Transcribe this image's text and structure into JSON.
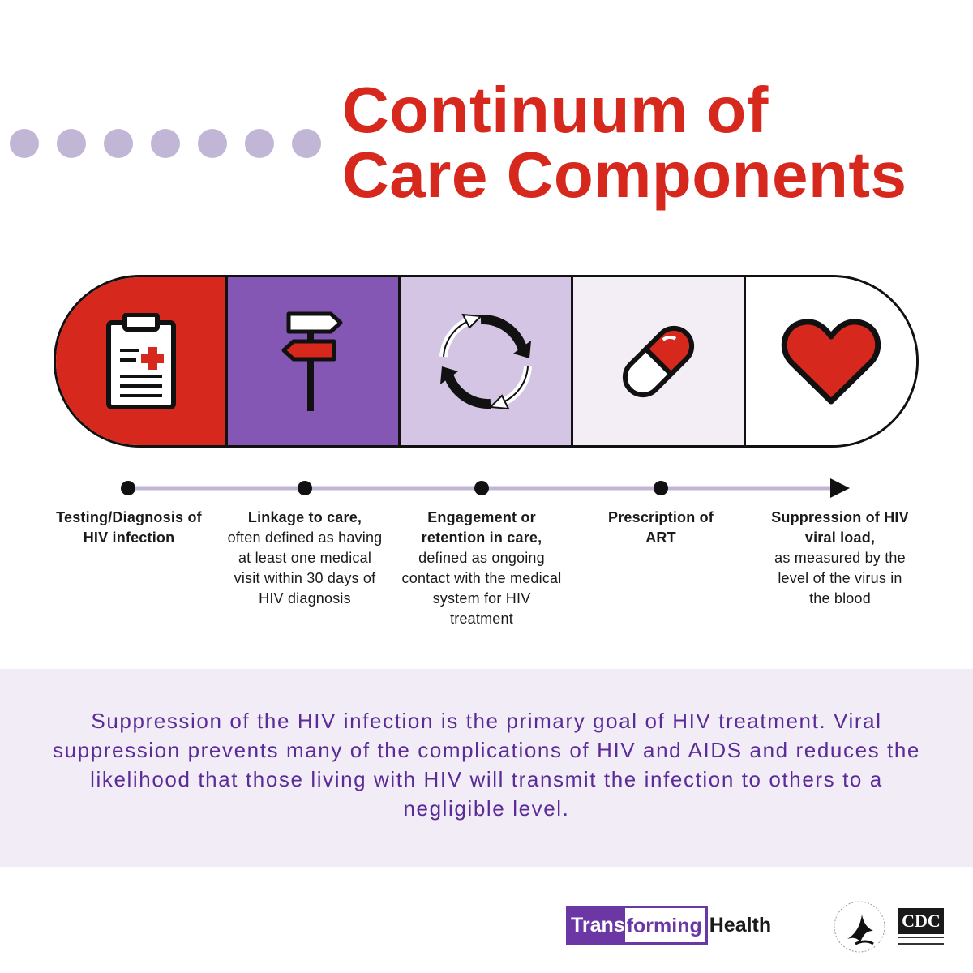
{
  "header": {
    "title_line1": "Continuum of",
    "title_line2": "Care Components"
  },
  "colors": {
    "red": "#d7281e",
    "purple": "#8457b5",
    "lavender": "#d3c5e3",
    "pale": "#f3eef6",
    "text_purple": "#5b2c98"
  },
  "segments": [
    {
      "icon": "clipboard-icon"
    },
    {
      "icon": "signpost-icon"
    },
    {
      "icon": "cycle-arrows-icon"
    },
    {
      "icon": "pill-capsule-icon"
    },
    {
      "icon": "heart-icon"
    }
  ],
  "steps": [
    {
      "bold": "Testing/Diagnosis of HIV infection",
      "rest": ""
    },
    {
      "bold": "Linkage to care,",
      "rest": "often defined as having at least one medical visit within 30 days of HIV diagnosis"
    },
    {
      "bold": "Engagement or retention in care,",
      "rest": "defined as ongoing contact with the medical system for HIV treatment"
    },
    {
      "bold": "Prescription of ART",
      "rest": ""
    },
    {
      "bold": "Suppression of HIV viral load,",
      "rest": "as measured by the level of the virus in the blood"
    }
  ],
  "summary": "Suppression of the HIV infection is the primary goal of HIV treatment. Viral suppression prevents many of the complications of HIV and AIDS and reduces the likelihood that those living with HIV will transmit the infection to others to a negligible level.",
  "footer": {
    "brand_part1": "Trans",
    "brand_part2": "forming",
    "brand_part3": "Health",
    "hhs_logo": "hhs-seal-icon",
    "cdc_logo": "CDC"
  }
}
